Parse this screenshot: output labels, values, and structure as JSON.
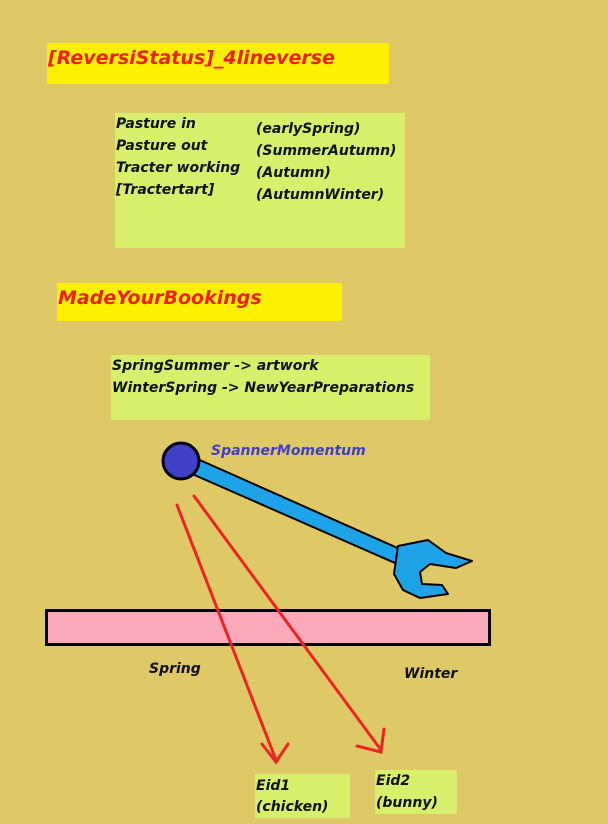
{
  "header1": {
    "title": "[ReversiStatus]_4lineverse"
  },
  "status_box": {
    "left_lines": [
      "Pasture in",
      "Pasture out",
      "Tracter working",
      "[Tractertart]"
    ],
    "right_lines": [
      "(earlySpring)",
      "(SummerAutumn)",
      "(Autumn)",
      "(AutumnWinter)"
    ]
  },
  "header2": {
    "title": "MadeYourBookings"
  },
  "bookings_box": {
    "lines": [
      "SpringSummer -> artwork",
      "WinterSpring -> NewYearPreparations"
    ]
  },
  "diagram": {
    "spanner_label": "SpannerMomentum",
    "bar_left_label": "Spring",
    "bar_right_label": "Winter",
    "eid1": {
      "line1": "Eid1",
      "line2": "(chicken)"
    },
    "eid2": {
      "line1": "Eid2",
      "line2": "(bunny)"
    }
  },
  "colors": {
    "background": "#dfc966",
    "title_highlight": "#ffef00",
    "title_text": "#f02020",
    "note_box": "#d7ef6b",
    "bar_fill": "#fcaabb",
    "spanner": "#1fa3e8",
    "pivot": "#3f3fc8",
    "arrow": "#ee2424"
  }
}
